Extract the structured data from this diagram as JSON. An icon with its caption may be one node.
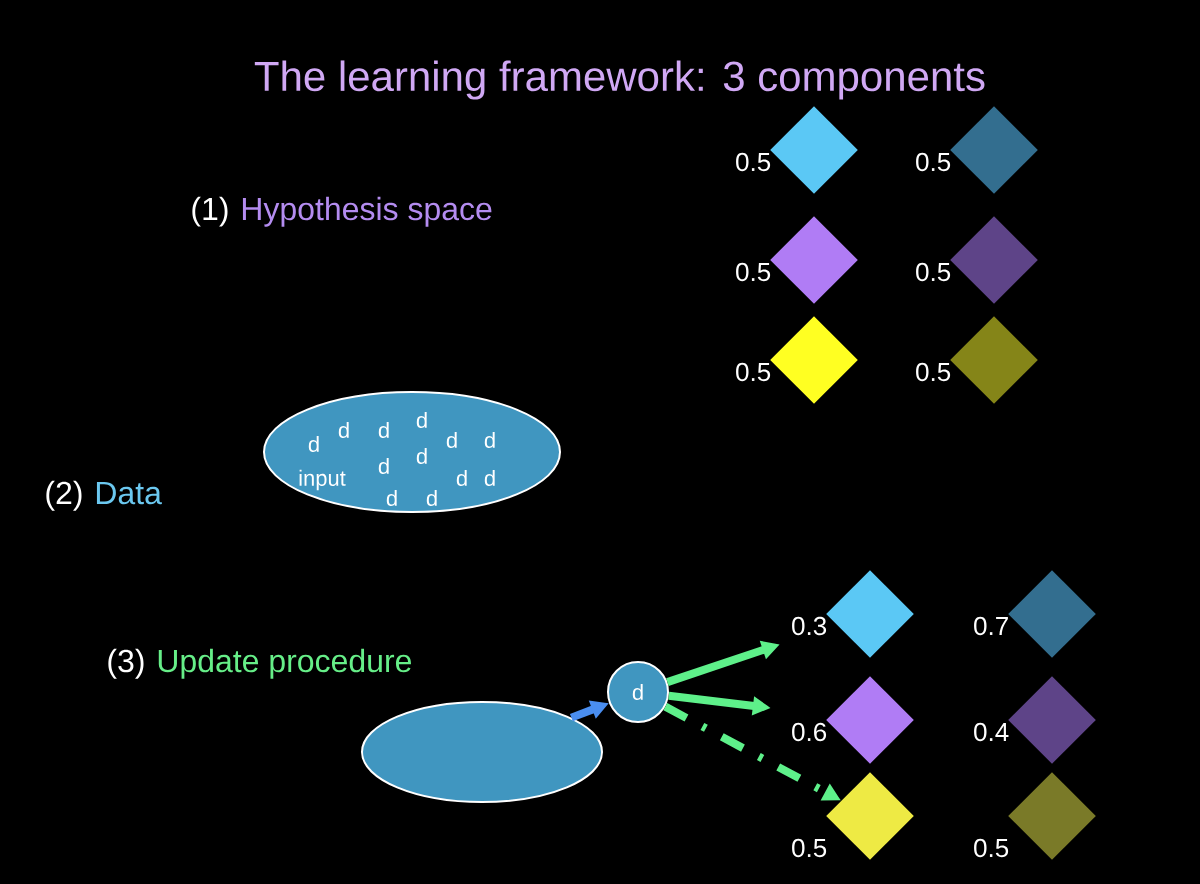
{
  "diagram": {
    "title": "The learning framework: 3 components",
    "nodes": [
      {
        "text": [],
        "shape": "diamond",
        "beside": [
          "0.5"
        ]
      },
      {
        "text": [],
        "shape": "diamond",
        "beside": [
          "0.5"
        ]
      },
      {
        "text": [],
        "shape": "diamond",
        "beside": [
          "0.5"
        ]
      },
      {
        "text": [],
        "shape": "diamond",
        "beside": [
          "0.5"
        ]
      },
      {
        "text": [],
        "shape": "diamond",
        "beside": [
          "0.5"
        ]
      },
      {
        "text": [],
        "shape": "diamond",
        "beside": [
          "0.5"
        ]
      },
      {
        "text": [
          "d",
          "d",
          "d",
          "d",
          "d",
          "d",
          "input",
          "d",
          "d",
          "d",
          "d",
          "d",
          "d"
        ]
      },
      {
        "text": [
          "d"
        ]
      },
      {
        "text": [],
        "shape": "ellipse"
      },
      {
        "text": [],
        "shape": "diamond",
        "beside": [
          "0.3"
        ]
      },
      {
        "text": [],
        "shape": "diamond",
        "beside": [
          "0.7"
        ]
      },
      {
        "text": [],
        "shape": "diamond",
        "beside": [
          "0.6"
        ]
      },
      {
        "text": [],
        "shape": "diamond",
        "beside": [
          "0.4"
        ]
      },
      {
        "text": [],
        "shape": "diamond",
        "beside": [
          "0.5"
        ]
      },
      {
        "text": [],
        "shape": "diamond",
        "beside": [
          "0.5"
        ]
      }
    ],
    "edges": [
      {
        "from": 8,
        "to": 7,
        "arrow": "to",
        "color": "#4a8ef0"
      },
      {
        "from": 7,
        "to": 9,
        "arrow": "to"
      },
      {
        "from": 7,
        "to": 11,
        "arrow": "to"
      },
      {
        "from": 7,
        "to": 13,
        "arrow": "to",
        "style": "dashed"
      }
    ],
    "labels": [
      "(1)",
      "Hypothesis space",
      "(2)",
      "Data",
      "(3)",
      "Update procedure"
    ]
  }
}
